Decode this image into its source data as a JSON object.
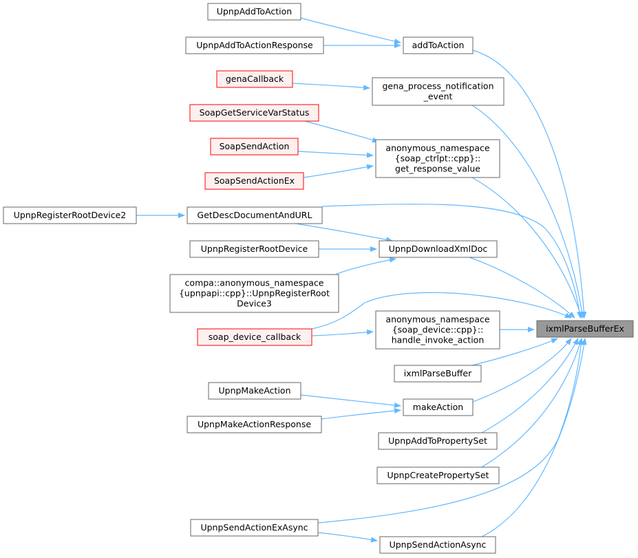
{
  "graph": {
    "edge_color": "#63b8ff",
    "nodes": [
      {
        "id": "UpnpAddToAction",
        "lines": [
          "UpnpAddToAction"
        ],
        "style": "normal"
      },
      {
        "id": "UpnpAddToActionResponse",
        "lines": [
          "UpnpAddToActionResponse"
        ],
        "style": "normal"
      },
      {
        "id": "addToAction",
        "lines": [
          "addToAction"
        ],
        "style": "normal"
      },
      {
        "id": "genaCallback",
        "lines": [
          "genaCallback"
        ],
        "style": "red"
      },
      {
        "id": "gena_process_notification_event",
        "lines": [
          "gena_process_notification",
          "_event"
        ],
        "style": "normal"
      },
      {
        "id": "SoapGetServiceVarStatus",
        "lines": [
          "SoapGetServiceVarStatus"
        ],
        "style": "red"
      },
      {
        "id": "SoapSendAction",
        "lines": [
          "SoapSendAction"
        ],
        "style": "red"
      },
      {
        "id": "SoapSendActionEx",
        "lines": [
          "SoapSendActionEx"
        ],
        "style": "red"
      },
      {
        "id": "get_response_value",
        "lines": [
          "anonymous_namespace",
          "{soap_ctrlpt::cpp}::",
          "get_response_value"
        ],
        "style": "normal"
      },
      {
        "id": "UpnpRegisterRootDevice2",
        "lines": [
          "UpnpRegisterRootDevice2"
        ],
        "style": "normal"
      },
      {
        "id": "GetDescDocumentAndURL",
        "lines": [
          "GetDescDocumentAndURL"
        ],
        "style": "normal"
      },
      {
        "id": "UpnpRegisterRootDevice",
        "lines": [
          "UpnpRegisterRootDevice"
        ],
        "style": "normal"
      },
      {
        "id": "UpnpDownloadXmlDoc",
        "lines": [
          "UpnpDownloadXmlDoc"
        ],
        "style": "normal"
      },
      {
        "id": "UpnpRegisterRootDevice3",
        "lines": [
          "compa::anonymous_namespace",
          "{upnpapi::cpp}::UpnpRegisterRoot",
          "Device3"
        ],
        "style": "normal"
      },
      {
        "id": "soap_device_callback",
        "lines": [
          "soap_device_callback"
        ],
        "style": "red"
      },
      {
        "id": "handle_invoke_action",
        "lines": [
          "anonymous_namespace",
          "{soap_device::cpp}::",
          "handle_invoke_action"
        ],
        "style": "normal"
      },
      {
        "id": "ixmlParseBufferEx",
        "lines": [
          "ixmlParseBufferEx"
        ],
        "style": "target"
      },
      {
        "id": "ixmlParseBuffer",
        "lines": [
          "ixmlParseBuffer"
        ],
        "style": "normal"
      },
      {
        "id": "UpnpMakeAction",
        "lines": [
          "UpnpMakeAction"
        ],
        "style": "normal"
      },
      {
        "id": "makeAction",
        "lines": [
          "makeAction"
        ],
        "style": "normal"
      },
      {
        "id": "UpnpMakeActionResponse",
        "lines": [
          "UpnpMakeActionResponse"
        ],
        "style": "normal"
      },
      {
        "id": "UpnpAddToPropertySet",
        "lines": [
          "UpnpAddToPropertySet"
        ],
        "style": "normal"
      },
      {
        "id": "UpnpCreatePropertySet",
        "lines": [
          "UpnpCreatePropertySet"
        ],
        "style": "normal"
      },
      {
        "id": "UpnpSendActionExAsync",
        "lines": [
          "UpnpSendActionExAsync"
        ],
        "style": "normal"
      },
      {
        "id": "UpnpSendActionAsync",
        "lines": [
          "UpnpSendActionAsync"
        ],
        "style": "normal"
      }
    ],
    "edges": [
      {
        "from": "UpnpAddToAction",
        "to": "addToAction"
      },
      {
        "from": "UpnpAddToActionResponse",
        "to": "addToAction"
      },
      {
        "from": "addToAction",
        "to": "ixmlParseBufferEx"
      },
      {
        "from": "genaCallback",
        "to": "gena_process_notification_event"
      },
      {
        "from": "gena_process_notification_event",
        "to": "ixmlParseBufferEx"
      },
      {
        "from": "SoapGetServiceVarStatus",
        "to": "get_response_value"
      },
      {
        "from": "SoapSendAction",
        "to": "get_response_value"
      },
      {
        "from": "SoapSendActionEx",
        "to": "get_response_value"
      },
      {
        "from": "get_response_value",
        "to": "ixmlParseBufferEx"
      },
      {
        "from": "UpnpRegisterRootDevice2",
        "to": "GetDescDocumentAndURL"
      },
      {
        "from": "GetDescDocumentAndURL",
        "to": "ixmlParseBufferEx"
      },
      {
        "from": "GetDescDocumentAndURL",
        "to": "UpnpDownloadXmlDoc"
      },
      {
        "from": "UpnpRegisterRootDevice",
        "to": "UpnpDownloadXmlDoc"
      },
      {
        "from": "UpnpRegisterRootDevice3",
        "to": "UpnpDownloadXmlDoc"
      },
      {
        "from": "UpnpDownloadXmlDoc",
        "to": "ixmlParseBufferEx"
      },
      {
        "from": "soap_device_callback",
        "to": "ixmlParseBufferEx"
      },
      {
        "from": "soap_device_callback",
        "to": "handle_invoke_action"
      },
      {
        "from": "handle_invoke_action",
        "to": "ixmlParseBufferEx"
      },
      {
        "from": "ixmlParseBuffer",
        "to": "ixmlParseBufferEx"
      },
      {
        "from": "UpnpMakeAction",
        "to": "makeAction"
      },
      {
        "from": "UpnpMakeActionResponse",
        "to": "makeAction"
      },
      {
        "from": "makeAction",
        "to": "ixmlParseBufferEx"
      },
      {
        "from": "UpnpAddToPropertySet",
        "to": "ixmlParseBufferEx"
      },
      {
        "from": "UpnpCreatePropertySet",
        "to": "ixmlParseBufferEx"
      },
      {
        "from": "UpnpSendActionExAsync",
        "to": "ixmlParseBufferEx"
      },
      {
        "from": "UpnpSendActionExAsync",
        "to": "UpnpSendActionAsync"
      },
      {
        "from": "UpnpSendActionAsync",
        "to": "ixmlParseBufferEx"
      }
    ]
  }
}
